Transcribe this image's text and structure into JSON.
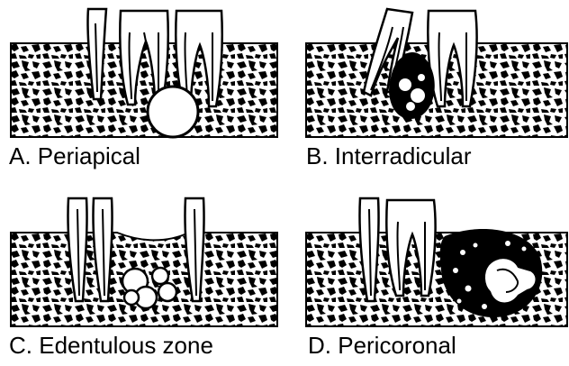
{
  "panels": [
    {
      "id": "a",
      "caption": "A. Periapical"
    },
    {
      "id": "b",
      "caption": "B. Interradicular"
    },
    {
      "id": "c",
      "caption": "C. Edentulous zone"
    },
    {
      "id": "d",
      "caption": "D. Pericoronal"
    }
  ]
}
